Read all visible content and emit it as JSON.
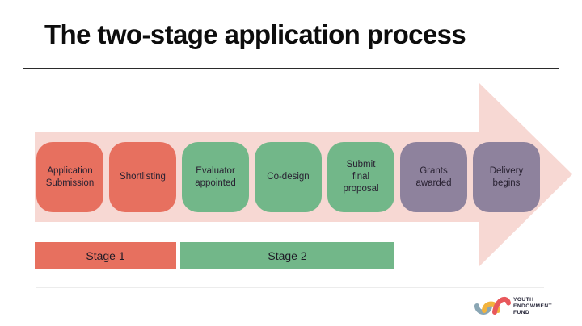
{
  "slide": {
    "title": "The two-stage application process"
  },
  "process": {
    "steps": [
      {
        "label": "Application\nSubmission",
        "color": "#e7705f",
        "stage": "Stage 1"
      },
      {
        "label": "Shortlisting",
        "color": "#e7705f",
        "stage": "Stage 1"
      },
      {
        "label": "Evaluator\nappointed",
        "color": "#72b789",
        "stage": "Stage 2"
      },
      {
        "label": "Co-design",
        "color": "#72b789",
        "stage": "Stage 2"
      },
      {
        "label": "Submit\nfinal\nproposal",
        "color": "#72b789",
        "stage": "Stage 2"
      },
      {
        "label": "Grants\nawarded",
        "color": "#8e829d",
        "stage": ""
      },
      {
        "label": "Delivery\nbegins",
        "color": "#8e829d",
        "stage": ""
      }
    ],
    "stage_bars": [
      {
        "label": "Stage 1",
        "color": "#e7705f"
      },
      {
        "label": "Stage 2",
        "color": "#72b789"
      }
    ],
    "arrow_color": "#f7d8d3"
  },
  "logo": {
    "org_name": "YOUTH\nENDOWMENT\nFUND",
    "mark_colors": {
      "blue": "#8aa6b4",
      "yellow": "#f2b33d",
      "red": "#e8585c"
    }
  },
  "colors": {
    "title_text": "#0d0d0d",
    "step_text": "#292232",
    "salmon": "#e7705f",
    "green": "#72b789",
    "purple": "#8e829d",
    "arrow_pink": "#f7d8d3"
  }
}
